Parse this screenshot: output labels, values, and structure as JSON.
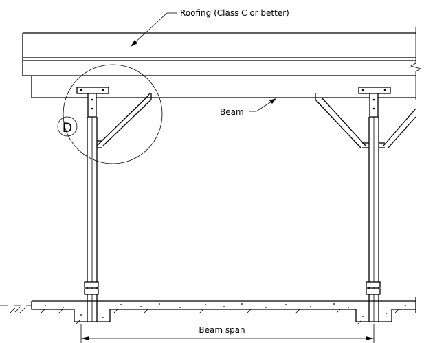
{
  "labels": {
    "roofing": "Roofing (Class C or better)",
    "beam": "Beam",
    "beam_span": "Beam span",
    "detail": "D"
  }
}
